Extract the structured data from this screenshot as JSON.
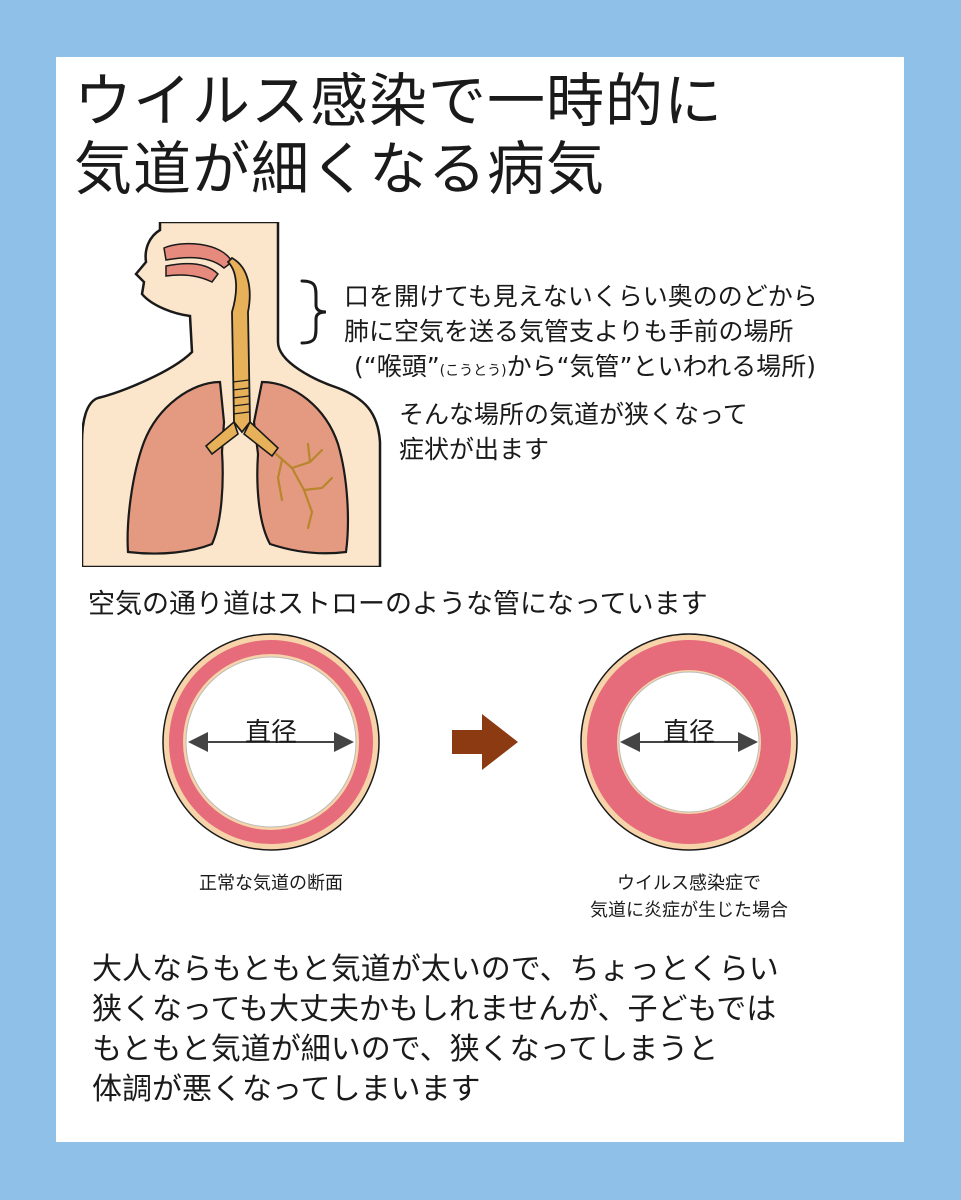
{
  "title": {
    "line1": "ウイルス感染で一時的に",
    "line2": "気道が細くなる病気"
  },
  "description": {
    "line1": "口を開けても見えないくらい奥ののどから",
    "line2": "肺に空気を送る気管支よりも手前の場所",
    "line3_a": "(“喉頭”",
    "line3_ruby": "(こうとう)",
    "line3_b": "から“気管”といわれる場所)",
    "line4": "そんな場所の気道が狭くなって",
    "line5": "症状が出ます"
  },
  "straw_text": "空気の通り道はストローのような管になっています",
  "normal": {
    "diameter_label": "直径",
    "caption": "正常な気道の断面"
  },
  "inflamed": {
    "diameter_label": "直径",
    "caption_line1": "ウイルス感染症で",
    "caption_line2": "気道に炎症が生じた場合"
  },
  "body": {
    "line1": "大人ならもともと気道が太いので、ちょっとくらい",
    "line2": "狭くなっても大丈夫かもしれませんが、子どもでは",
    "line3": "もともと気道が細いので、狭くなってしまうと",
    "line4": "体調が悪くなってしまいます"
  },
  "colors": {
    "background": "#8fc0e8",
    "panel": "#ffffff",
    "skin": "#fbe6cc",
    "lung": "#e49a80",
    "trachea": "#e7b15a",
    "airway_wall": "#e66b7b",
    "airway_rim": "#f6d3a9",
    "arrow": "#8b3a12"
  }
}
